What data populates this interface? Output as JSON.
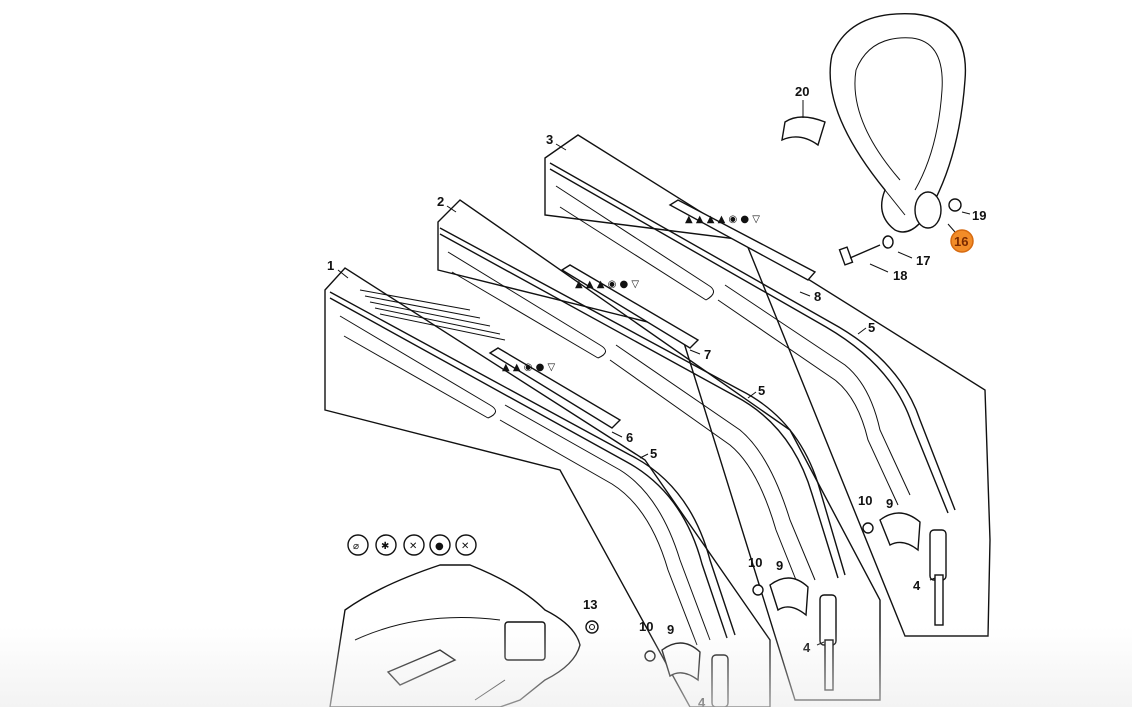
{
  "diagram": {
    "highlight_color": "#f28c28",
    "callouts": {
      "c1": "1",
      "c2": "2",
      "c3": "3",
      "c4a": "4",
      "c4b": "4",
      "c4c": "4",
      "c5a": "5",
      "c5b": "5",
      "c5c": "5",
      "c6": "6",
      "c7": "7",
      "c8": "8",
      "c9a": "9",
      "c9b": "9",
      "c9c": "9",
      "c10a": "10",
      "c10b": "10",
      "c10c": "10",
      "c13": "13",
      "c16": "16",
      "c17": "17",
      "c18": "18",
      "c19": "19",
      "c20": "20"
    }
  }
}
